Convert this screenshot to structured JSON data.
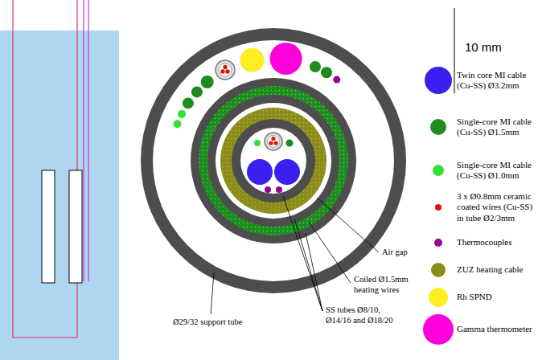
{
  "diagram": {
    "labels": [
      "10 mm",
      "Air gap",
      "Coiled Ø1.5mm heating wires",
      "SS tubes Ø8/10, Ø14/16 and Ø18/20",
      "Ø29/32 support tube"
    ],
    "legend": [
      {
        "text": "Twin core MI cable (Cu-SS) Ø3.2mm",
        "color": "#3a1fee"
      },
      {
        "text": "Single-core MI cable (Cu-SS) Ø1.5mm",
        "color": "#1e8c1e"
      },
      {
        "text": "Single-core MI cable (Cu-SS) Ø1.0mm",
        "color": "#33e033"
      },
      {
        "text": "3 x Ø0.8mm ceramic coated wires (Cu-SS) in tube Ø2/3mm",
        "color": "#e01010"
      },
      {
        "text": "Thermocouples",
        "color": "#990099"
      },
      {
        "text": "ZUZ heating cable",
        "color": "#8c8c1a"
      },
      {
        "text": "Rh SPND",
        "color": "#ffee22"
      },
      {
        "text": "Gamma thermometer",
        "color": "#ff00dd"
      }
    ]
  }
}
